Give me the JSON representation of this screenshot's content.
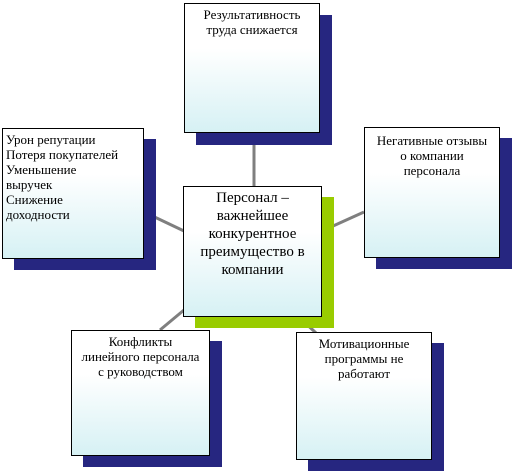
{
  "diagram": {
    "center": {
      "lines": [
        "Персонал –",
        "важнейшее",
        "конкурентное",
        "преимущество в",
        "компании"
      ]
    },
    "top": {
      "lines": [
        "Результативность",
        "труда снижается"
      ]
    },
    "left": {
      "lines": [
        "Урон репутации",
        "Потеря покупателей",
        "Уменьшение",
        "выручек",
        "Снижение",
        "доходности"
      ]
    },
    "right": {
      "lines": [
        "Негативные отзывы",
        "о компании",
        "персонала"
      ]
    },
    "bottom_left": {
      "lines": [
        "Конфликты",
        "линейного персонала",
        "с руководством"
      ]
    },
    "bottom_right": {
      "lines": [
        "Мотивационные",
        "программы не",
        "работают"
      ]
    },
    "colors": {
      "shadow": "#262680",
      "center_shadow": "#99cc00",
      "connector": "#7f7f7f",
      "box_gradient_end": "#d6f1f4"
    }
  }
}
